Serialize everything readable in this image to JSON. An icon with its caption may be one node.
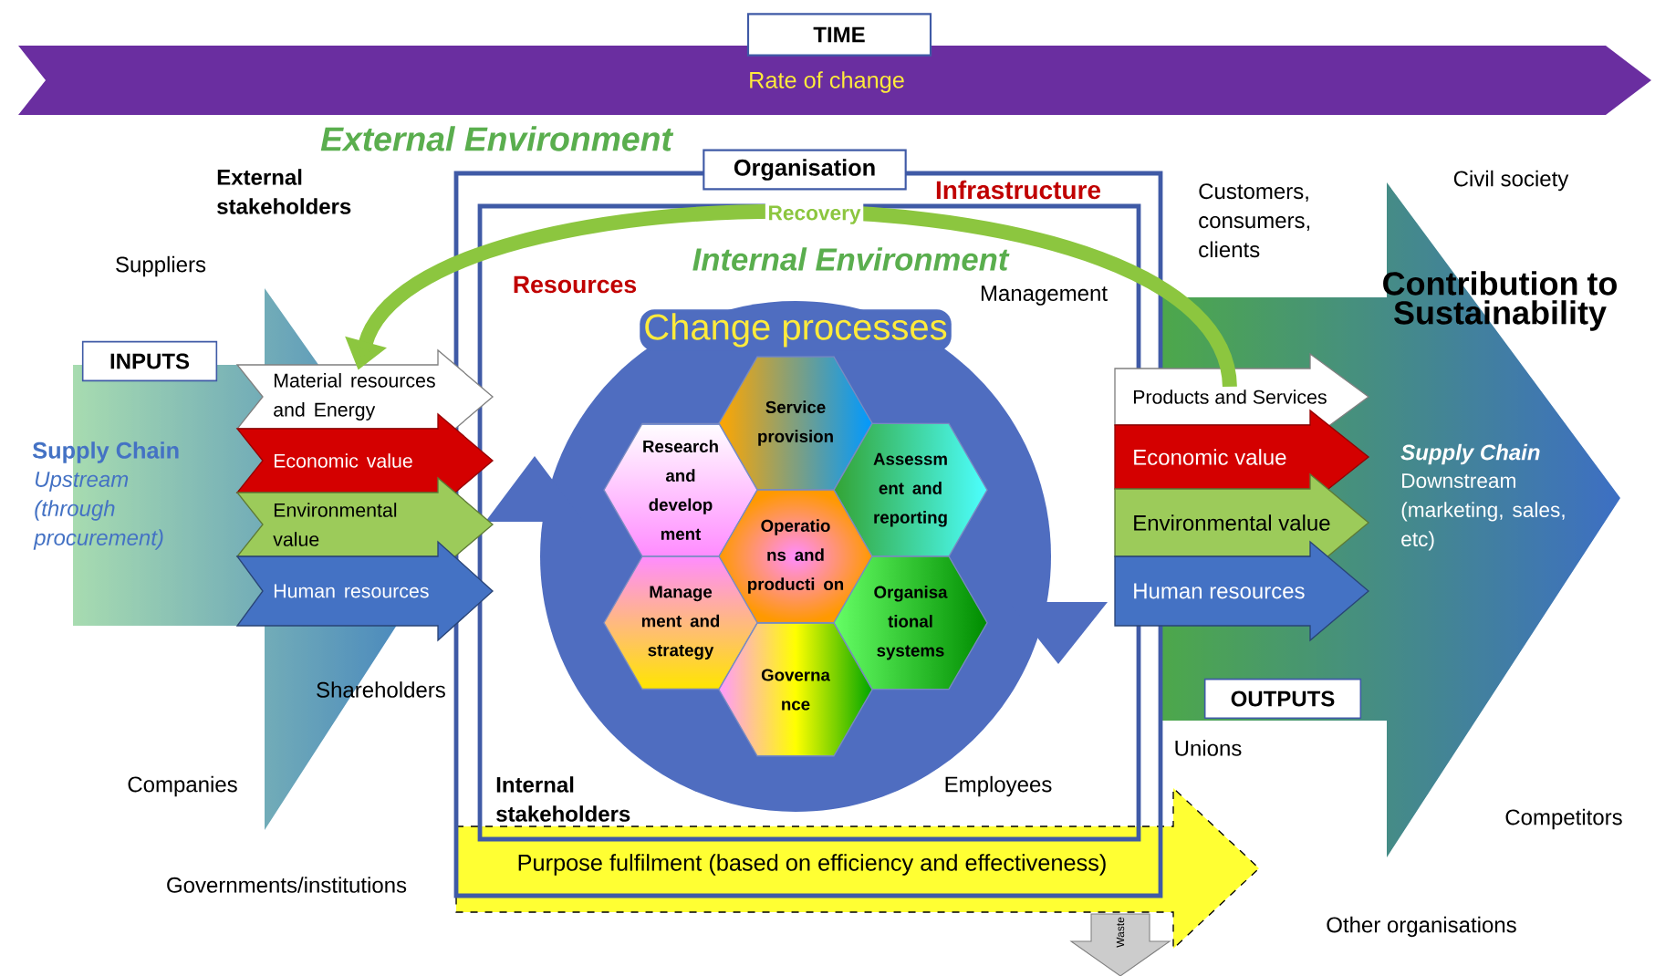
{
  "diagram": {
    "nodes": [
      {
        "text": [
          "TIME"
        ]
      },
      {
        "text": [
          "Rate of change"
        ]
      },
      {
        "text": [
          "Organisation"
        ]
      },
      {
        "text": [
          "Internal Environment"
        ],
        "in": 2
      },
      {
        "text": [
          "Change processes"
        ],
        "in": 3
      },
      {
        "text": [
          "Service provision"
        ],
        "in": 4
      },
      {
        "text": [
          "Research and develop ment"
        ],
        "in": 4
      },
      {
        "text": [
          "Assessm ent and reporting"
        ],
        "in": 4
      },
      {
        "text": [
          "Operatio ns and producti on"
        ],
        "in": 4
      },
      {
        "text": [
          "Manage ment and strategy"
        ],
        "in": 4
      },
      {
        "text": [
          "Organisa tional systems"
        ],
        "in": 4
      },
      {
        "text": [
          "Governa nce"
        ],
        "in": 4
      },
      {
        "text": [
          "INPUTS"
        ]
      },
      {
        "text": [
          "Supply Chain",
          "Upstream (through procurement)"
        ]
      },
      {
        "text": [
          "Material resources and Energy"
        ]
      },
      {
        "text": [
          "Economic value"
        ]
      },
      {
        "text": [
          "Environmental value"
        ]
      },
      {
        "text": [
          "Human resources"
        ]
      },
      {
        "text": [
          "Contribution to Sustainability",
          "Supply Chain",
          "Downstream (marketing, sales, etc)"
        ]
      },
      {
        "text": [
          "Products and Services"
        ]
      },
      {
        "text": [
          "Economic value"
        ]
      },
      {
        "text": [
          "Environmental value"
        ]
      },
      {
        "text": [
          "Human resources"
        ]
      },
      {
        "text": [
          "OUTPUTS"
        ]
      },
      {
        "text": [
          "Purpose fulfilment (based on efficiency and effectiveness)"
        ]
      },
      {
        "text": [
          "Waste"
        ]
      }
    ],
    "edges": [
      {
        "from": 19,
        "to": 14,
        "arrow": "to",
        "label": "Recovery",
        "color": "#8cc63f"
      }
    ],
    "labels": [
      "External Environment",
      "External stakeholders",
      "Infrastructure",
      "Suppliers",
      "Customers, consumers, clients",
      "Civil society",
      "Resources",
      "Management",
      "Shareholders",
      "Unions",
      "Companies",
      "Internal stakeholders",
      "Employees",
      "Competitors",
      "Governments/institutions",
      "Other organisations"
    ]
  }
}
